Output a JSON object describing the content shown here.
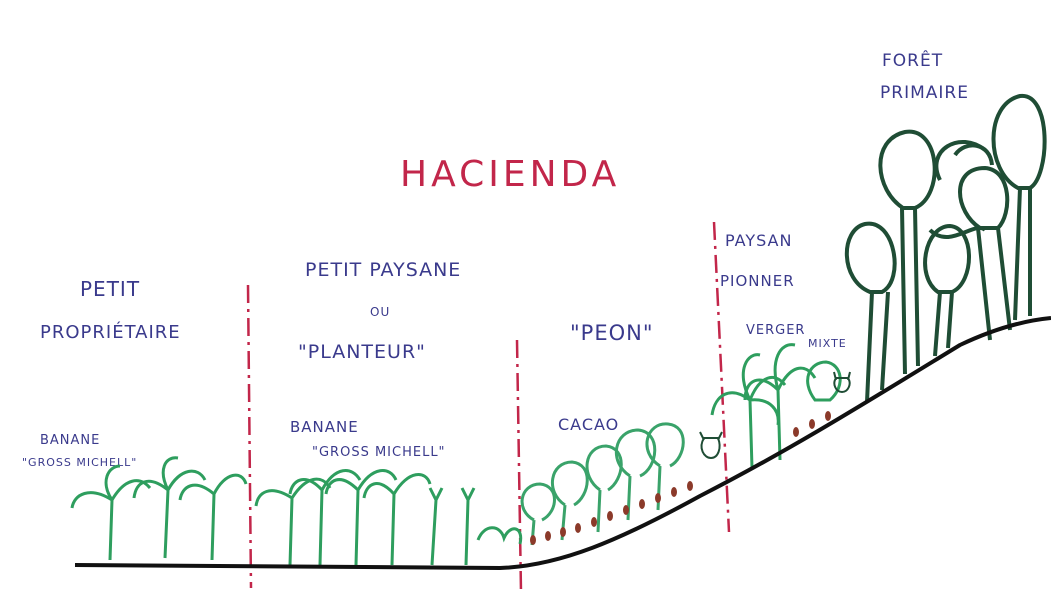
{
  "title": "HACIENDA",
  "zones": {
    "petit_proprietaire": {
      "line1": "PETIT",
      "line2": "PROPRIÉTAIRE"
    },
    "petit_paysane": {
      "line1": "PETIT PAYSANE",
      "line2": "OU",
      "line3": "\"PLANTEUR\""
    },
    "peon": {
      "label": "\"PEON\""
    },
    "paysan_pionner": {
      "line1": "PAYSAN",
      "line2": "PIONNER"
    },
    "foret": {
      "line1": "FORÊT",
      "line2": "PRIMAIRE"
    }
  },
  "crops": {
    "banane_1": {
      "line1": "BANANE",
      "line2": "\"GROSS MICHELL\""
    },
    "banane_2": {
      "line1": "BANANE",
      "line2": "\"GROSS MICHELL\""
    },
    "cacao": "CACAO",
    "verger": {
      "line1": "VERGER",
      "line2": "MIXTE"
    }
  },
  "colors": {
    "title": "#c2264a",
    "labels": "#3a3a8c",
    "divider": "#c2264a",
    "banana": "#2e9e5e",
    "cacao": "#3aa36a",
    "pods": "#8b3a2a",
    "forest": "#1f4d35",
    "ground": "#111111"
  }
}
